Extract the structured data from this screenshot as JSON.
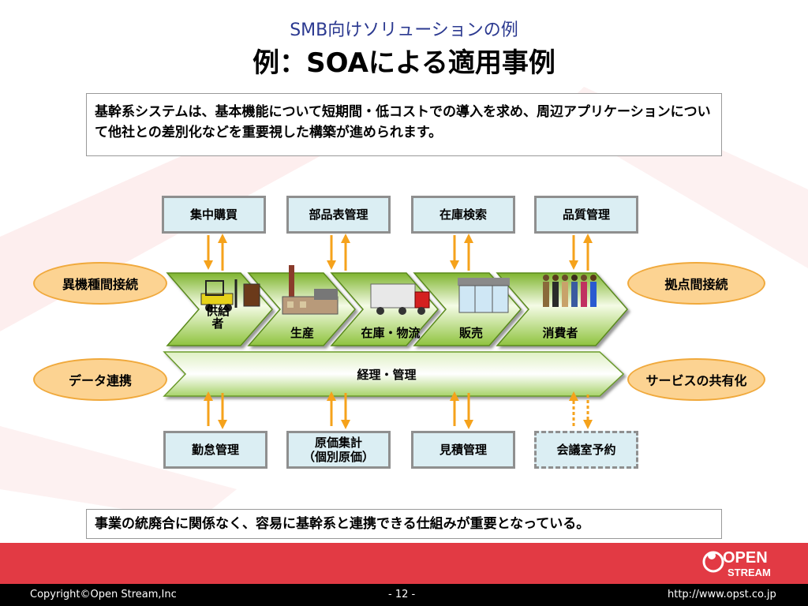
{
  "header": {
    "subtitle": "SMB向けソリューションの例",
    "title": "例：SOAによる適用事例"
  },
  "intro_text": "基幹系システムは、基本機能について短期間・低コストでの導入を求め、周辺アプリケーションについて他社との差別化などを重要視した構築が進められます。",
  "top_services": [
    "集中購買",
    "部品表管理",
    "在庫検索",
    "品質管理"
  ],
  "bottom_services": [
    "勤怠管理",
    "原価集計\n（個別原価）",
    "見積管理",
    "会議室予約"
  ],
  "side_labels": {
    "left_top": "異機種間接続",
    "left_bottom": "データ連携",
    "right_top": "拠点間接続",
    "right_bottom": "サービスの共有化"
  },
  "stages": [
    "供給\n者",
    "生産",
    "在庫・物流",
    "販売",
    "消費者"
  ],
  "backbone_label": "経理・管理",
  "bottom_note": "事業の統廃合に関係なく、容易に基幹系と連携できる仕組みが重要となっている。",
  "footer": {
    "copyright": "Copyright©Open Stream,Inc",
    "page": "- 12 -",
    "url": "http://www.opst.co.jp"
  },
  "logo": {
    "line1": "OPEN",
    "line2": "STREAM"
  },
  "colors": {
    "arrow": "#f5a21b",
    "service_fill": "#dbeef3",
    "oval_fill": "#fcd392",
    "chevron_green": "#8fc33f",
    "footer_red": "#e23a44"
  }
}
